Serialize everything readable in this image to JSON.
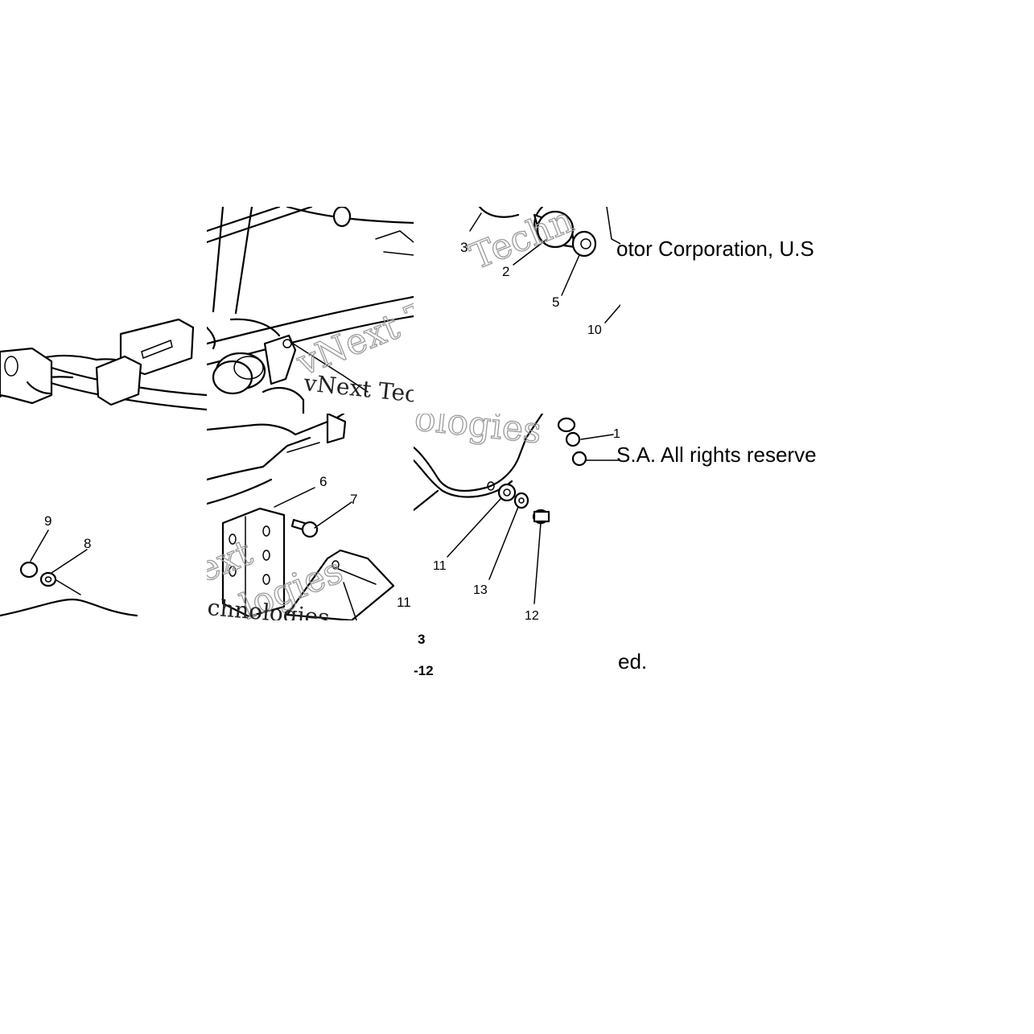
{
  "copyright": {
    "line1": "otor Corporation, U.S",
    "line2": "S.A. All rights reserve",
    "line3": "ed."
  },
  "watermark": {
    "fragment_top": "Techn",
    "fragment_mid": "vNext Tec",
    "fragment_mid2": "ologies",
    "fragment_low1": "ext",
    "fragment_low2": "logies",
    "fragment_low3": "chnologies"
  },
  "callouts": {
    "tile_a": [
      "9",
      "8"
    ],
    "tile_b": [
      "6",
      "7",
      "11"
    ],
    "tile_c_top": [
      "3",
      "2",
      "5",
      "10"
    ],
    "tile_c_bottom": [
      "1",
      "11",
      "13",
      "12"
    ],
    "loose": [
      "3",
      "-12"
    ]
  }
}
